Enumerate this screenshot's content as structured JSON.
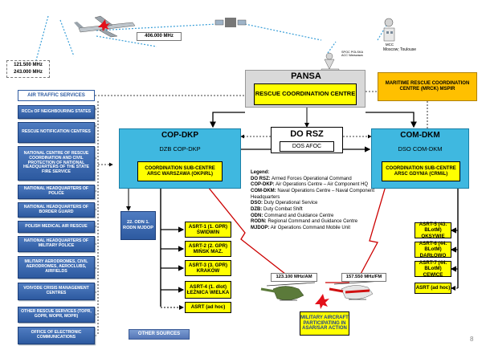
{
  "freq": {
    "f406": "406.000 MHz",
    "f121": "121.500 MHz",
    "f243": "243.000 MHz",
    "f123": "123.100 MHz/AM",
    "f157": "157.550 MHz/FM"
  },
  "ground": {
    "mcc": "MCC",
    "moscow": "Moscow; Toulouse",
    "spoc": "SPOC POLSKA ACC Warszawa"
  },
  "pansa": {
    "title": "PANSA",
    "rcc": "RESCUE COORDINATION CENTRE"
  },
  "mrcc": "MARITIME RESCUE COORDINATION CENTRE (MRCK) MSPIR",
  "ats": "AIR TRAFFIC SERVICES",
  "left_boxes": [
    "RCCs OF NEIGHBOURING STATES",
    "RESCUE NOTIFICATION CENTRES",
    "NATIONAL CENTRE OF RESCUE COORDINATION AND CIVIL PROTECTION OF NATIONAL HEADQUARTERS OF THE STATE FIRE SERVICE",
    "NATIONAL HEADQUARTERS OF POLICE",
    "NATIONAL HEADQUARTERS OF BORDER GUARD",
    "POLISH MEDICAL AIR RESCUE",
    "NATIONAL HEADQUARTERS OF MILITARY POLICE",
    "MILITARY AERODROMES, CIVIL AERODROMES, AEROCLUBS, AIRFIELDS",
    "VOIVODE CRISIS MANAGEMENT CENTRES",
    "OTHER RESCUE SERVICES (TOPR, GOPR, WOPR, MOPR)",
    "OFFICE OF ELECTRONIC COMMUNICATIONS"
  ],
  "do_rsz": {
    "title": "DO RSZ",
    "sub": "DOS AFOC"
  },
  "cop": {
    "title": "COP-DKP",
    "sub": "DZB COP-DKP",
    "arsc": "COORDINATION SUB-CENTRE ARSC WARSZAWA (OKPiRL)"
  },
  "com": {
    "title": "COM-DKM",
    "sub": "DSO COM-DKM",
    "arsc": "COORDINATION SUB-CENTRE ARSC GDYNIA (CRMiL)"
  },
  "odn": "22. ODN 1. RODN MJDOP",
  "asrt_left": [
    "ASRT-1 (1. GPR) ŚWIDWIN",
    "ASRT-2 (2. GPR) MIŃSK MAZ.",
    "ASRT-3 (3. GPR) KRAKÓW",
    "ASRT-4 (1. dlot) ŁEŻNICA WIELKA",
    "ASRT (ad hoc)"
  ],
  "asrt_right": [
    "ASRT-5 (43. BLotM) OKSYWIE",
    "ASRT-6 (44. BLotM) DARŁOWO",
    "ASRT-7 (44. BLotM) CEWICE",
    "ASRT (ad hoc)"
  ],
  "legend": {
    "title": "Legend:",
    "items": [
      {
        "k": "DO RSZ:",
        "v": "Armed Forces Operational Command"
      },
      {
        "k": "COP-DKP:",
        "v": "Air Operations Centre – Air Component HQ"
      },
      {
        "k": "COM-DKM:",
        "v": "Naval Operations Centre – Naval Component Headquarters"
      },
      {
        "k": "DSO:",
        "v": "Duty Operational Service"
      },
      {
        "k": "DZB:",
        "v": "Duty Combat Shift"
      },
      {
        "k": "ODN:",
        "v": "Command and Guidance Centre"
      },
      {
        "k": "RODN:",
        "v": "Regional Command and Guidance Centre"
      },
      {
        "k": "MJDOP:",
        "v": "Air Operations Command Mobile Unit"
      }
    ]
  },
  "military_aircraft": "MILITARY AIRCRAFT PARTICIPATING IN ASAR/SAR ACTION",
  "other_sources": "OTHER SOURCES",
  "page_number": "8"
}
